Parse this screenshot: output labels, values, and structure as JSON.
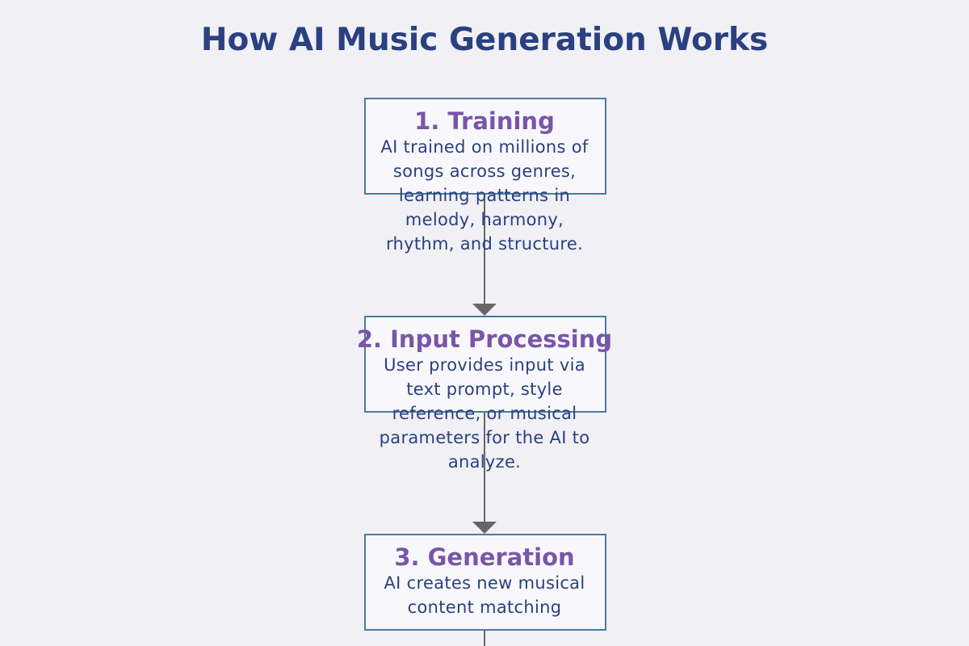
{
  "title": "How AI Music Generation Works",
  "steps": [
    {
      "title": "1. Training",
      "description": "AI trained on millions of songs across genres, learning patterns in melody, harmony, rhythm, and structure."
    },
    {
      "title": "2. Input Processing",
      "description": "User provides input via text prompt, style reference, or musical parameters for the AI to analyze."
    },
    {
      "title": "3. Generation",
      "description": "AI creates new musical content matching"
    }
  ],
  "colors": {
    "background": "#f0f0f5",
    "title": "#2a4080",
    "step_title": "#7a55a8",
    "step_text": "#2a4080",
    "box_border": "#4a7aa0",
    "box_fill": "#f8f8fc",
    "connector": "#666666"
  }
}
